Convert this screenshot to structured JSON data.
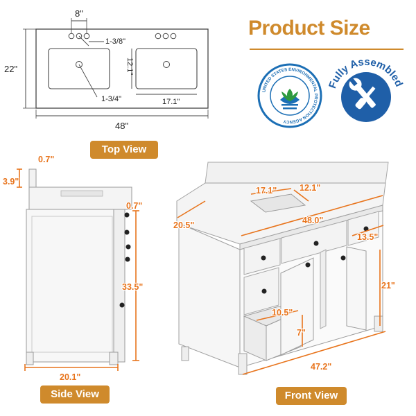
{
  "header": {
    "title": "Product Size"
  },
  "top_view": {
    "label": "Top View",
    "dims": {
      "hole_spacing": "8\"",
      "hole_dia": "1-3/8\"",
      "depth": "22\"",
      "basin_depth": "12.1\"",
      "drain_dia": "1-3/4\"",
      "basin_width": "17.1\"",
      "width": "48\""
    }
  },
  "badges": {
    "epa": {
      "text": "UNITED STATES ENVIRONMENTAL PROTECTION AGENCY"
    },
    "assembled": {
      "text": "Fully Assembled"
    }
  },
  "side_view": {
    "label": "Side View",
    "dims": {
      "top_thickness": "0.7\"",
      "backsplash": "3.9\"",
      "edge_thickness": "0.7\"",
      "cabinet_height": "33.5\"",
      "depth": "20.1\""
    }
  },
  "front_view": {
    "label": "Front View",
    "dims": {
      "sink_width": "17.1\"",
      "sink_depth": "12.1\"",
      "top_depth": "20.5\"",
      "top_width": "48.0\"",
      "drawer_depth": "13.5\"",
      "door_height": "21\"",
      "drawer_width": "10.5\"",
      "drawer_height": "7\"",
      "cabinet_width": "47.2\""
    }
  },
  "colors": {
    "accent": "#cf8a2c",
    "dimension": "#e8741c",
    "epa_blue": "#1c6fb5",
    "assembled_blue": "#1f5fa8"
  }
}
